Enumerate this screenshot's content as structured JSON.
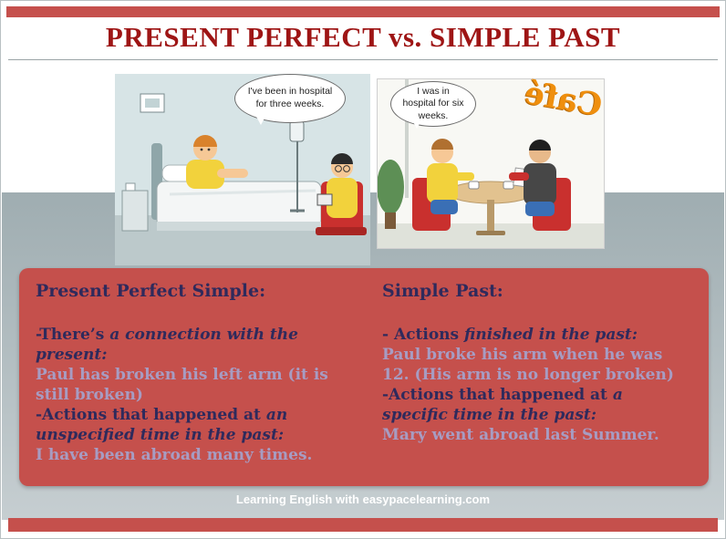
{
  "slide": {
    "title": "PRESENT PERFECT vs. SIMPLE PAST",
    "footer": "Learning English with easypacelearning.com"
  },
  "cartoons": {
    "hospital": {
      "bubble": "I've been in hospital for three weeks."
    },
    "cafe": {
      "bubble": "I was in hospital for six weeks.",
      "sign": "Café"
    }
  },
  "box": {
    "left": {
      "heading": "Present Perfect Simple:",
      "point1_text": "-There’s ",
      "point1_emphasis": "a connection with the present:",
      "example1": "Paul has broken his left arm (it is still broken)",
      "point2_text": "-Actions that happened at ",
      "point2_emphasis": "an unspecified time in the past:",
      "example2": "I have been abroad many times."
    },
    "right": {
      "heading": "Simple Past:",
      "point1_text": "- Actions ",
      "point1_emphasis": "finished in the past:",
      "example1": "Paul broke his arm when he was 12. (His arm is no longer broken)",
      "point2_text": "-Actions that happened at ",
      "point2_emphasis": "a specific time in the past:",
      "example2": "Mary  went abroad last Summer."
    }
  },
  "colors": {
    "accent_red": "#c5504c",
    "title_red": "#9e1515",
    "heading_navy": "#2f2a5c",
    "body_lavender": "#a79cc2",
    "band_gray": "#a6b2b6"
  }
}
